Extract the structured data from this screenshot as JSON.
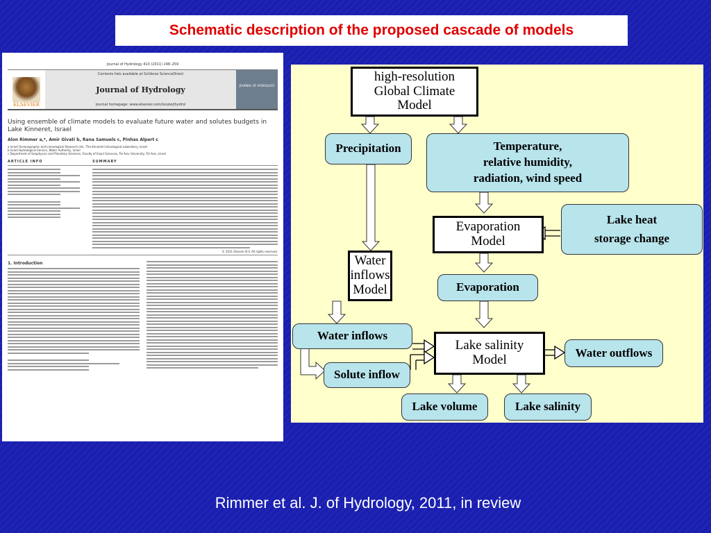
{
  "slide": {
    "title": "Schematic description of the proposed cascade of models",
    "footer": "Rimmer et al. J. of Hydrology, 2011, in review"
  },
  "paper": {
    "citation": "Journal of Hydrology 410 (2011) 248–259",
    "contents": "Contents lists available at SciVerse ScienceDirect",
    "journal": "Journal of Hydrology",
    "homepage": "journal homepage: www.elsevier.com/locate/jhydrol",
    "publisher": "ELSEVIER",
    "cover_text": "JOURNAL OF HYDROLOGY",
    "title": "Using ensemble of climate models to evaluate future water and solutes budgets in Lake Kinneret, Israel",
    "authors": "Alon Rimmer a,*, Amir Givati b, Rana Samuels c, Pinhas Alpert c",
    "affiliation_a": "a Israel Oceanographic and Limnological Research Ltd., The Kinneret Limnological Laboratory, Israel",
    "affiliation_b": "b Israel Hydrological Service, Water Authority, Israel",
    "affiliation_c": "c Department of Geophysics and Planetary Sciences, Faculty of Exact Sciences, Tel Aviv University, Tel Aviv, Israel",
    "article_info": "ARTICLE INFO",
    "summary": "SUMMARY",
    "copyright": "© 2011 Elsevier B.V. All rights reserved.",
    "intro_heading": "1. Introduction"
  },
  "diagram": {
    "nodes": {
      "gcm": "high-resolution Global Climate Model",
      "precip": "Precipitation",
      "temp_line1": "Temperature,",
      "temp_line2": "relative humidity,",
      "temp_line3": "radiation, wind speed",
      "heat_line1": "Lake heat",
      "heat_line2": "storage change",
      "evap_model_line1": "Evaporation",
      "evap_model_line2": "Model",
      "water_inflows_model_line1": "Water",
      "water_inflows_model_line2": "inflows",
      "water_inflows_model_line3": "Model",
      "evaporation": "Evaporation",
      "water_inflows": "Water inflows",
      "lake_salinity_model_line1": "Lake salinity",
      "lake_salinity_model_line2": "Model",
      "water_outflows": "Water outflows",
      "solute_inflow": "Solute inflow",
      "lake_volume": "Lake volume",
      "lake_salinity": "Lake salinity"
    }
  }
}
